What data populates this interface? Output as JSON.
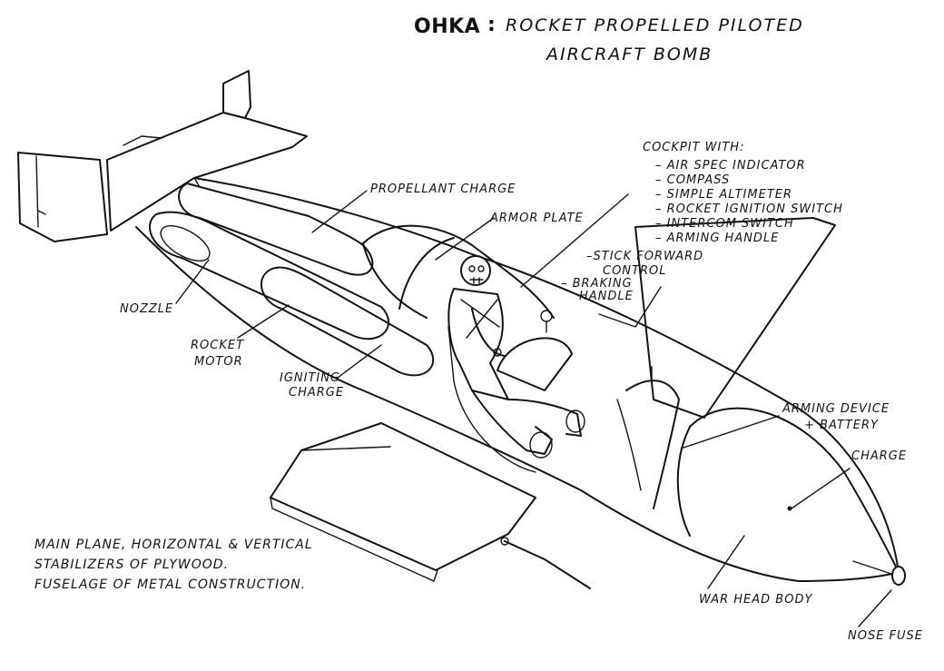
{
  "title": {
    "name": "OHKA",
    "separator": ":",
    "line1": "ROCKET PROPELLED PILOTED",
    "line2": "AIRCRAFT BOMB"
  },
  "labels": {
    "propellant_charge": "PROPELLANT CHARGE",
    "armor_plate": "ARMOR PLATE",
    "nozzle": "NOZZLE",
    "rocket_motor_1": "ROCKET",
    "rocket_motor_2": "MOTOR",
    "igniting_charge_1": "IGNITING",
    "igniting_charge_2": "CHARGE",
    "stick_forward_1": "–STICK FORWARD",
    "stick_forward_2": "CONTROL",
    "braking_handle_1": "– BRAKING",
    "braking_handle_2": "HANDLE",
    "arming_device_1": "ARMING DEVICE",
    "arming_device_2": "+ BATTERY",
    "charge": "CHARGE",
    "war_head_body": "WAR HEAD BODY",
    "nose_fuse": "NOSE FUSE"
  },
  "cockpit": {
    "heading": "COCKPIT WITH:",
    "items": [
      "– AIR SPEC INDICATOR",
      "– COMPASS",
      "– SIMPLE ALTIMETER",
      "– ROCKET IGNITION SWITCH",
      "– INTERCOM SWITCH",
      "– ARMING HANDLE"
    ]
  },
  "notes": [
    "MAIN PLANE, HORIZONTAL & VERTICAL",
    "STABILIZERS OF PLYWOOD.",
    "FUSELAGE OF METAL CONSTRUCTION."
  ]
}
